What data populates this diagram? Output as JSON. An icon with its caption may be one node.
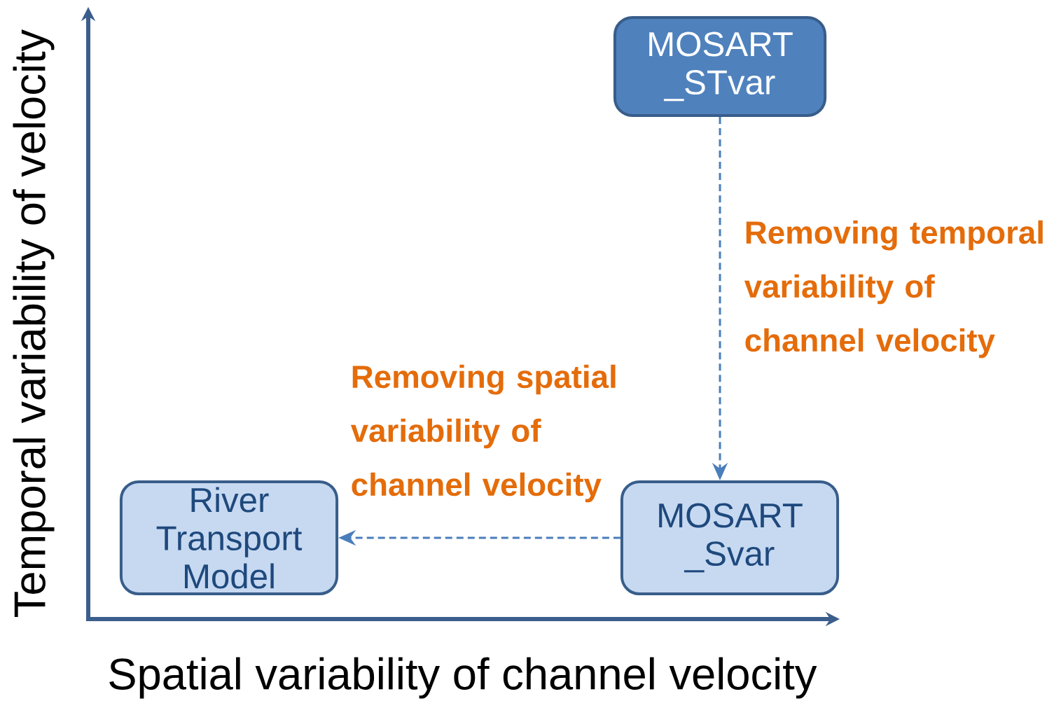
{
  "diagram": {
    "nodes": [
      {
        "text": [
          "MOSART _STvar"
        ]
      },
      {
        "text": [
          "MOSART _Svar"
        ]
      },
      {
        "text": [
          "River Transport Model"
        ]
      }
    ],
    "edges": [
      {
        "from": 0,
        "to": 1,
        "arrow": "to",
        "style": "dashed",
        "label": "Removing temporal variability of channel velocity"
      },
      {
        "from": 1,
        "to": 2,
        "arrow": "to",
        "style": "dashed",
        "label": "Removing spatial variability of channel velocity"
      }
    ],
    "labels": [
      "Temporal variability of velocity",
      "Spatial variability of channel velocity"
    ]
  }
}
